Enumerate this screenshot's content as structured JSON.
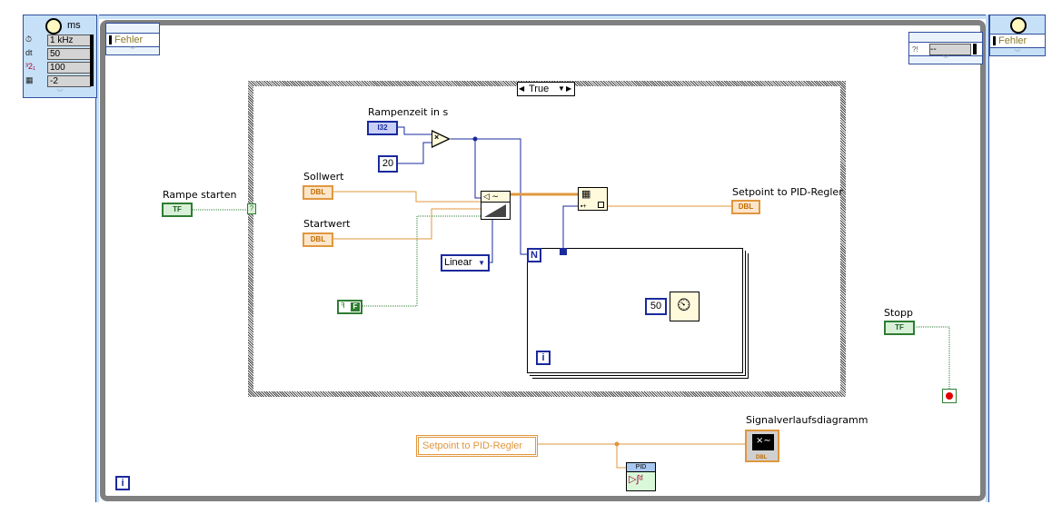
{
  "timed_loop": {
    "left_node": {
      "unit": "ms",
      "fields": [
        {
          "icon": "timer-source-icon",
          "value": "1 kHz"
        },
        {
          "icon_label": "dt",
          "value": "50"
        },
        {
          "icon": "priority-icon",
          "value": "100"
        },
        {
          "icon": "processor-icon",
          "value": "-2"
        }
      ],
      "error_label": "Fehler"
    },
    "right_node": {
      "error_label": "Fehler",
      "status_value": "--"
    },
    "iteration_label": "i"
  },
  "case_structure": {
    "selector_value": "True",
    "selector_terminal": "?"
  },
  "controls": {
    "rampe_starten": {
      "label": "Rampe starten",
      "type": "TF"
    },
    "rampenzeit": {
      "label": "Rampenzeit in s",
      "type": "I32"
    },
    "sollwert": {
      "label": "Sollwert",
      "type": "DBL"
    },
    "startwert": {
      "label": "Startwert",
      "type": "DBL"
    },
    "stopp": {
      "label": "Stopp",
      "type": "TF"
    }
  },
  "constants": {
    "multiplier": "20",
    "ramp_mode": "Linear",
    "false_const": "F",
    "wait_ms": "50"
  },
  "for_loop": {
    "count_label": "N",
    "iteration_label": "i"
  },
  "indicators": {
    "setpoint": {
      "label": "Setpoint to PID-Regler",
      "type": "DBL"
    },
    "graph": {
      "label": "Signalverlaufsdiagramm",
      "type": "DBL"
    }
  },
  "local_variable": {
    "label": "Setpoint to PID-Regler"
  },
  "pid_vi": {
    "header": "PID"
  },
  "colors": {
    "dbl_wire": "#e0973e",
    "int_wire": "#1a2a9c",
    "bool_wire": "#2e7d32",
    "loop_frame": "#808080"
  }
}
